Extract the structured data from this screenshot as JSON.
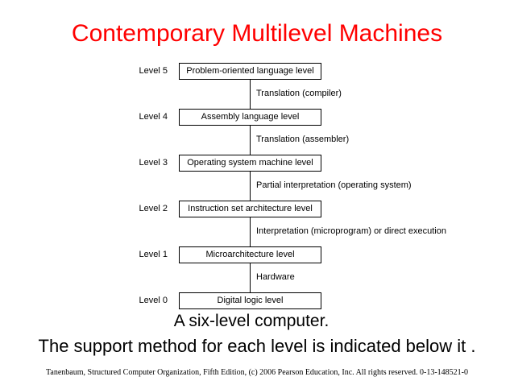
{
  "slide": {
    "title": "Contemporary Multilevel Machines",
    "caption_line1": "A six-level computer.",
    "caption_line2": "The support method for each level is indicated below it .",
    "copyright": "Tanenbaum, Structured Computer Organization, Fifth Edition, (c) 2006 Pearson Education, Inc. All rights reserved. 0-13-148521-0"
  },
  "colors": {
    "title_red": "#FF0000",
    "text_black": "#000000",
    "box_border": "#000000",
    "background": "#FFFFFF"
  },
  "diagram": {
    "levels": [
      {
        "label": "Level 5",
        "box": "Problem-oriented language level",
        "support": "Translation (compiler)"
      },
      {
        "label": "Level 4",
        "box": "Assembly language level",
        "support": "Translation (assembler)"
      },
      {
        "label": "Level 3",
        "box": "Operating system machine level",
        "support": "Partial interpretation (operating system)"
      },
      {
        "label": "Level 2",
        "box": "Instruction set architecture level",
        "support": "Interpretation (microprogram) or direct execution"
      },
      {
        "label": "Level 1",
        "box": "Microarchitecture level",
        "support": "Hardware"
      },
      {
        "label": "Level 0",
        "box": "Digital logic level"
      }
    ]
  }
}
